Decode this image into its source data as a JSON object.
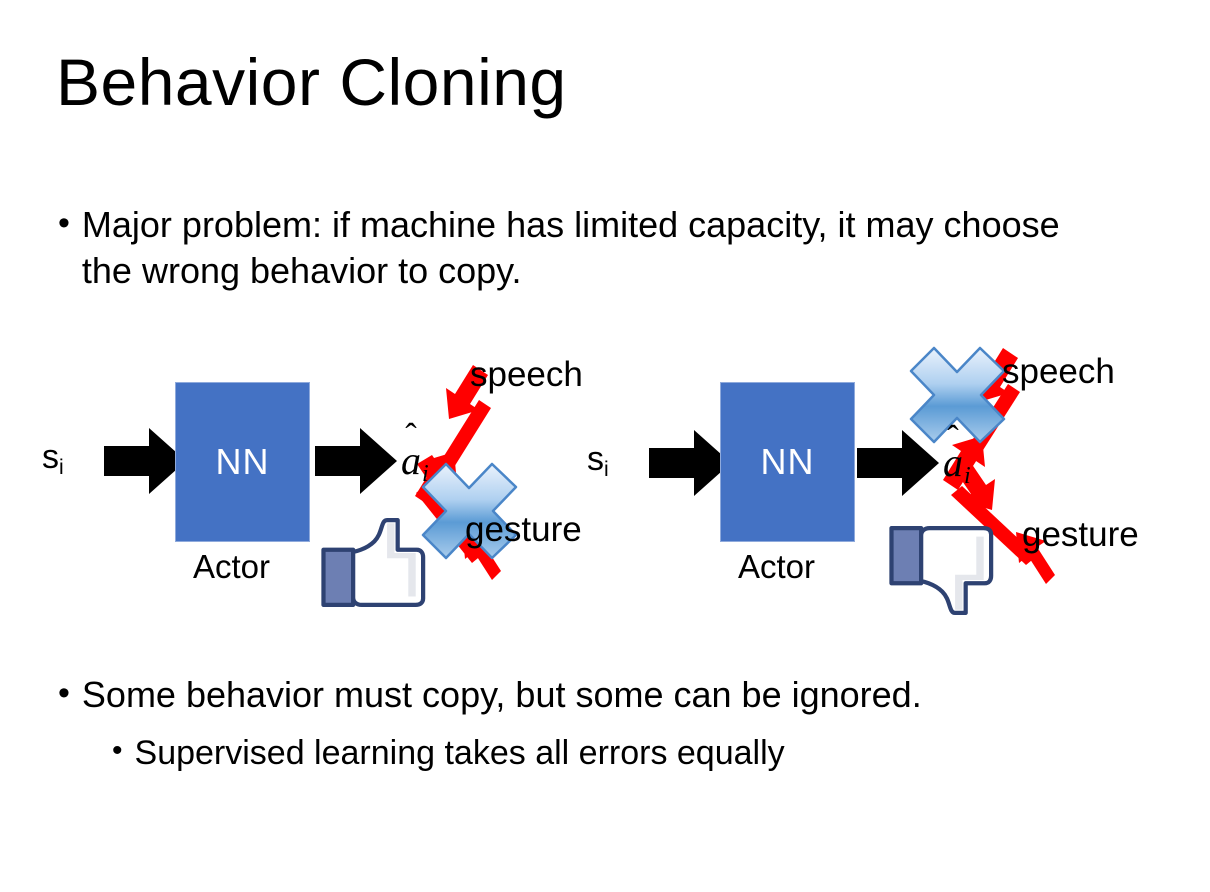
{
  "slide": {
    "title": "Behavior Cloning",
    "background_color": "#FFFFFF",
    "bullets": [
      {
        "marker": "•",
        "text": "Major problem: if machine has limited capacity, it may choose the wrong behavior to copy.",
        "level": 1
      },
      {
        "marker": "•",
        "text": "Some behavior must copy, but some can be ignored.",
        "level": 1
      },
      {
        "marker": "•",
        "text": "Supervised learning takes all errors equally",
        "level": 2
      }
    ]
  },
  "colors": {
    "nn_box_fill": "#4472C4",
    "nn_box_border": "#8FAADC",
    "arrow_black": "#000000",
    "arrow_red": "#FF0000",
    "cross_blue_light": "#DCE9F8",
    "cross_blue_mid": "#5B9BD5",
    "cross_blue_dark": "#2E75B6",
    "thumb_outline": "#3B5998",
    "thumb_fill": "#FFFFFF",
    "thumb_shade": "#E4E6EB",
    "thumb_cuff": "#6D7FB3",
    "text_black": "#000000"
  },
  "diagrams": [
    {
      "id": "left",
      "input_label": "s",
      "input_subscript": "i",
      "box_label": "NN",
      "box_caption": "Actor",
      "output_label": "a",
      "output_subscript": "i",
      "output_has_hat": true,
      "branches": [
        {
          "label": "speech",
          "direction": "up-right",
          "crossed_out": false
        },
        {
          "label": "gesture",
          "direction": "down-right",
          "crossed_out": true
        }
      ],
      "feedback_icon": "thumbs-up-icon",
      "feedback_sentiment": "positive"
    },
    {
      "id": "right",
      "input_label": "s",
      "input_subscript": "i",
      "box_label": "NN",
      "box_caption": "Actor",
      "output_label": "a",
      "output_subscript": "i",
      "output_has_hat": true,
      "branches": [
        {
          "label": "speech",
          "direction": "up-right",
          "crossed_out": true
        },
        {
          "label": "gesture",
          "direction": "down-right",
          "crossed_out": false
        }
      ],
      "feedback_icon": "thumbs-down-icon",
      "feedback_sentiment": "negative"
    }
  ]
}
